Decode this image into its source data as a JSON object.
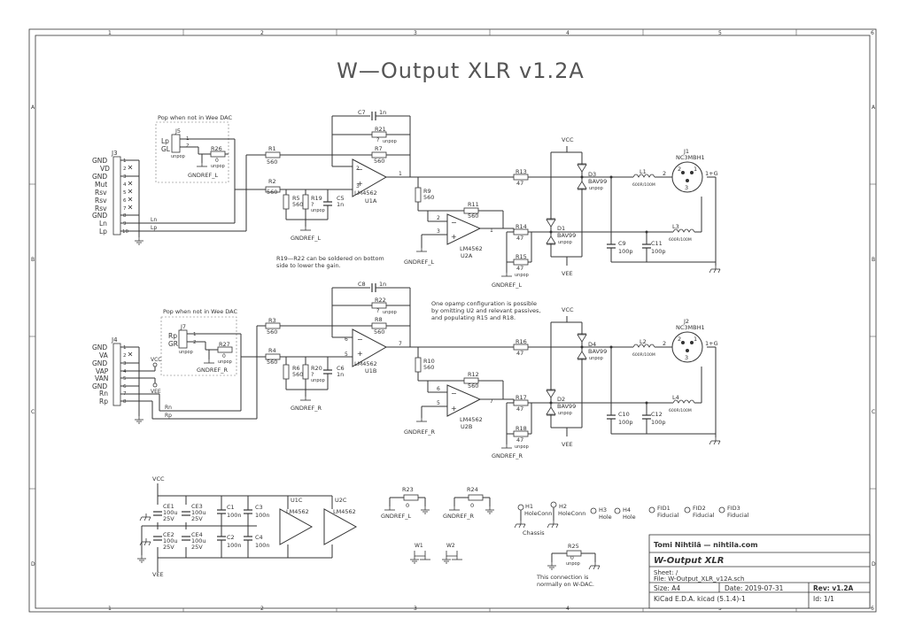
{
  "title": "W—Output XLR v1.2A",
  "border": {
    "cols": [
      "1",
      "2",
      "3",
      "4",
      "5",
      "6"
    ],
    "rows": [
      "A",
      "B",
      "C",
      "D"
    ]
  },
  "title_block": {
    "author": "Tomi Nihtilä — nihtila.com",
    "project": "W-Output XLR",
    "sheet": "Sheet: /",
    "file": "File: W-Output_XLR_v12A.sch",
    "size": "Size: A4",
    "date": "Date: 2019-07-31",
    "rev": "Rev: v1.2A",
    "tool": "KiCad E.D.A.  kicad (5.1.4)-1",
    "id": "Id: 1/1"
  },
  "notes": {
    "pop_left": "Pop when not in Wee DAC",
    "pop_right": "Pop when not in Wee DAC",
    "gain_note_1": "R19—R22 can be soldered on bottom",
    "gain_note_2": "side to lower the gain.",
    "opamp_note_1": "One opamp configuration is possible",
    "opamp_note_2": "by omitting U2 and relevant passives,",
    "opamp_note_3": "and populating R15 and R18.",
    "wdac_note_1": "This connection is",
    "wdac_note_2": "normally on W-DAC.",
    "chassis": "Chassis"
  },
  "power": {
    "vcc": "VCC",
    "vee": "VEE"
  },
  "gndref": {
    "l": "GNDREF_L",
    "r": "GNDREF_R"
  },
  "j3": {
    "ref": "J3",
    "pins": [
      {
        "name": "GND",
        "num": "1"
      },
      {
        "name": "VD",
        "num": "2"
      },
      {
        "name": "GND",
        "num": "3"
      },
      {
        "name": "Mut",
        "num": "4"
      },
      {
        "name": "Rsv",
        "num": "5"
      },
      {
        "name": "Rsv",
        "num": "6"
      },
      {
        "name": "Rsv",
        "num": "7"
      },
      {
        "name": "GND",
        "num": "8"
      },
      {
        "name": "Ln",
        "num": "9"
      },
      {
        "name": "Lp",
        "num": "10"
      }
    ],
    "net_ln": "Ln",
    "net_lp": "Lp"
  },
  "j4": {
    "ref": "J4",
    "pins": [
      {
        "name": "GND",
        "num": "1"
      },
      {
        "name": "VA",
        "num": "2"
      },
      {
        "name": "GND",
        "num": "3"
      },
      {
        "name": "VAP",
        "num": "4"
      },
      {
        "name": "VAN",
        "num": "5"
      },
      {
        "name": "GND",
        "num": "6"
      },
      {
        "name": "Rn",
        "num": "7"
      },
      {
        "name": "Rp",
        "num": "8"
      }
    ],
    "net_rn": "Rn",
    "net_rp": "Rp"
  },
  "j5": {
    "ref": "J5",
    "lp": "Lp",
    "gl": "GL",
    "pin1": "1",
    "pin2": "2",
    "unpop": "unpop"
  },
  "j7": {
    "ref": "J7",
    "rp": "Rp",
    "gr": "GR",
    "pin1": "1",
    "pin2": "2",
    "unpop": "unpop"
  },
  "left_channel": {
    "r26": {
      "ref": "R26",
      "val": "0",
      "unpop": "unpop"
    },
    "r1": {
      "ref": "R1",
      "val": "560"
    },
    "r2": {
      "ref": "R2",
      "val": "560"
    },
    "r5": {
      "ref": "R5",
      "val": "560"
    },
    "r19": {
      "ref": "R19",
      "val": "?",
      "unpop": "unpop"
    },
    "c5": {
      "ref": "C5",
      "val": "1n"
    },
    "c7": {
      "ref": "C7",
      "val": "1n"
    },
    "r21": {
      "ref": "R21",
      "val": "?",
      "unpop": "unpop"
    },
    "r7": {
      "ref": "R7",
      "val": "560"
    },
    "u1a": {
      "part": "LM4562",
      "ref": "U1A",
      "pin_p": "3",
      "pin_n": "2",
      "pin_o": "1"
    },
    "r9": {
      "ref": "R9",
      "val": "560"
    },
    "r11": {
      "ref": "R11",
      "val": "560"
    },
    "u2a": {
      "part": "LM4562",
      "ref": "U2A",
      "pin_p": "3",
      "pin_n": "2",
      "pin_o": "1"
    },
    "r13": {
      "ref": "R13",
      "val": "47"
    },
    "r14": {
      "ref": "R14",
      "val": "47"
    },
    "r15": {
      "ref": "R15",
      "val": "47",
      "unpop": "unpop"
    },
    "d3": {
      "ref": "D3",
      "val": "BAV99",
      "unpop": "unpop"
    },
    "d1": {
      "ref": "D1",
      "val": "BAV99",
      "unpop": "unpop"
    },
    "l1": {
      "ref": "L1",
      "val": "600R/100M"
    },
    "l3": {
      "ref": "L3",
      "val": "600R/100M"
    },
    "c9": {
      "ref": "C9",
      "val": "100p"
    },
    "c11": {
      "ref": "C11",
      "val": "100p"
    },
    "j1": {
      "ref": "J1",
      "part": "NC3MBH1",
      "p1": "1",
      "p2": "2",
      "p3": "3",
      "g": "1+G",
      "pin2": "2",
      "pin3": "3"
    }
  },
  "right_channel": {
    "r27": {
      "ref": "R27",
      "val": "0",
      "unpop": "unpop"
    },
    "r3": {
      "ref": "R3",
      "val": "560"
    },
    "r4": {
      "ref": "R4",
      "val": "560"
    },
    "r6": {
      "ref": "R6",
      "val": "560"
    },
    "r20": {
      "ref": "R20",
      "val": "?",
      "unpop": "unpop"
    },
    "c6": {
      "ref": "C6",
      "val": "1n"
    },
    "c8": {
      "ref": "C8",
      "val": "1n"
    },
    "r22": {
      "ref": "R22",
      "val": "?",
      "unpop": "unpop"
    },
    "r8": {
      "ref": "R8",
      "val": "560"
    },
    "u1b": {
      "part": "LM4562",
      "ref": "U1B",
      "pin_p": "5",
      "pin_n": "6",
      "pin_o": "7"
    },
    "r10": {
      "ref": "R10",
      "val": "560"
    },
    "r12": {
      "ref": "R12",
      "val": "560"
    },
    "u2b": {
      "part": "LM4562",
      "ref": "U2B",
      "pin_p": "5",
      "pin_n": "6",
      "pin_o": "7"
    },
    "r16": {
      "ref": "R16",
      "val": "47"
    },
    "r17": {
      "ref": "R17",
      "val": "47"
    },
    "r18": {
      "ref": "R18",
      "val": "47",
      "unpop": "unpop"
    },
    "d4": {
      "ref": "D4",
      "val": "BAV99",
      "unpop": "unpop"
    },
    "d2": {
      "ref": "D2",
      "val": "BAV99",
      "unpop": "unpop"
    },
    "l2": {
      "ref": "L2",
      "val": "600R/100M"
    },
    "l4": {
      "ref": "L4",
      "val": "600R/100M"
    },
    "c10": {
      "ref": "C10",
      "val": "100p"
    },
    "c12": {
      "ref": "C12",
      "val": "100p"
    },
    "j2": {
      "ref": "J2",
      "part": "NC3MBH1",
      "p1": "1",
      "p2": "2",
      "p3": "3",
      "g": "1+G",
      "pin2": "2",
      "pin3": "3"
    }
  },
  "power_section": {
    "ce1": {
      "ref": "CE1",
      "val": "100u",
      "v": "25V"
    },
    "ce2": {
      "ref": "CE2",
      "val": "100u",
      "v": "25V"
    },
    "ce3": {
      "ref": "CE3",
      "val": "100u",
      "v": "25V"
    },
    "ce4": {
      "ref": "CE4",
      "val": "100u",
      "v": "25V"
    },
    "c1": {
      "ref": "C1",
      "val": "100n"
    },
    "c2": {
      "ref": "C2",
      "val": "100n"
    },
    "c3": {
      "ref": "C3",
      "val": "100n"
    },
    "c4": {
      "ref": "C4",
      "val": "100n"
    },
    "u1c": {
      "ref": "U1C",
      "part": "LM4562"
    },
    "u2c": {
      "ref": "U2C",
      "part": "LM4562"
    }
  },
  "misc": {
    "r23": {
      "ref": "R23",
      "val": "0"
    },
    "r24": {
      "ref": "R24",
      "val": "0"
    },
    "r25": {
      "ref": "R25",
      "val": "0",
      "unpop": "unpop"
    },
    "h1": {
      "ref": "H1",
      "val": "HoleConn"
    },
    "h2": {
      "ref": "H2",
      "val": "HoleConn"
    },
    "h3": {
      "ref": "H3",
      "val": "Hole"
    },
    "h4": {
      "ref": "H4",
      "val": "Hole"
    },
    "fid1": {
      "ref": "FID1",
      "val": "Fiducial"
    },
    "fid2": {
      "ref": "FID2",
      "val": "Fiducial"
    },
    "fid3": {
      "ref": "FID3",
      "val": "Fiducial"
    },
    "w1": "W1",
    "w2": "W2"
  }
}
